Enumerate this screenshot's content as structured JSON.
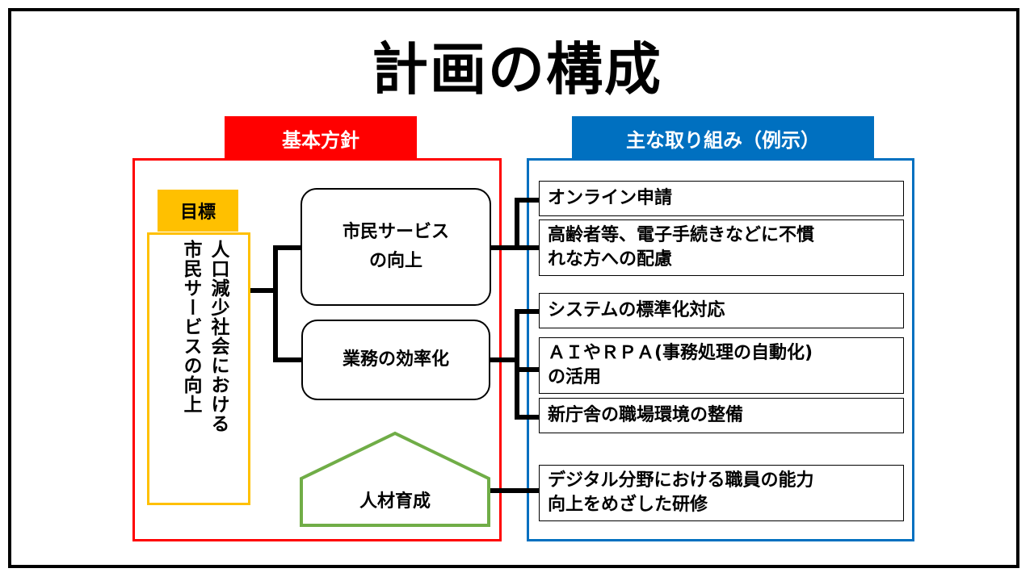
{
  "title": "計画の構成",
  "left_panel": {
    "header": "基本方針",
    "goal": {
      "label": "目標",
      "lines": [
        "人口減少社会における",
        "市民サービスの向上"
      ]
    },
    "nodes": [
      {
        "lines": [
          "市民サービス",
          "の向上"
        ]
      },
      {
        "lines": [
          "業務の効率化"
        ]
      },
      {
        "lines": [
          "人材育成"
        ]
      }
    ]
  },
  "right_panel": {
    "header": "主な取り組み（例示）",
    "items": [
      {
        "lines": [
          "オンライン申請"
        ]
      },
      {
        "lines": [
          "高齢者等、電子手続きなどに不慣",
          "れな方への配慮"
        ]
      },
      {
        "lines": [
          "システムの標準化対応"
        ]
      },
      {
        "lines": [
          "ＡＩやＲＰＡ(事務処理の自動化)",
          "の活用"
        ]
      },
      {
        "lines": [
          "新庁舎の職場環境の整備"
        ]
      },
      {
        "lines": [
          "デジタル分野における職員の能力",
          "向上をめざした研修"
        ]
      }
    ]
  },
  "colors": {
    "left_accent": "#FF0000",
    "right_accent": "#0070C0",
    "goal_accent": "#FFC000",
    "house_accent": "#70AD47"
  }
}
